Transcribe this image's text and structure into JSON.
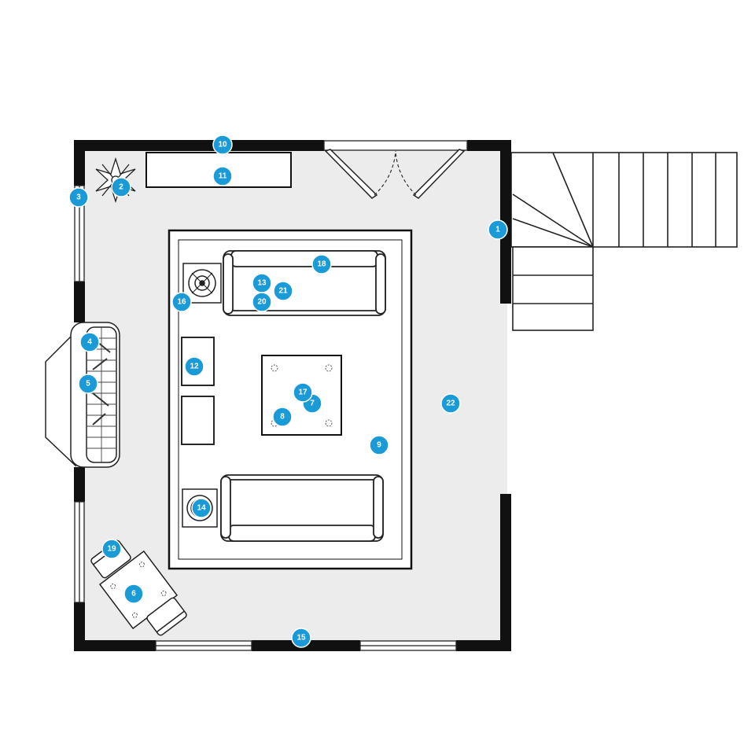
{
  "plan": {
    "colors": {
      "floor": "#ececec",
      "wall": "#111111",
      "marker": "#1a9ad7",
      "marker_text": "#ffffff",
      "furniture_fill": "#ffffff",
      "line": "#222222"
    },
    "markers": [
      "1",
      "2",
      "3",
      "4",
      "5",
      "6",
      "7",
      "8",
      "9",
      "10",
      "11",
      "12",
      "13",
      "14",
      "15",
      "16",
      "17",
      "18",
      "19",
      "20",
      "21",
      "22"
    ],
    "icons": [
      "plant-icon",
      "door-swing-icon",
      "staircase-icon",
      "fireplace-icon",
      "lamp-icon"
    ]
  }
}
